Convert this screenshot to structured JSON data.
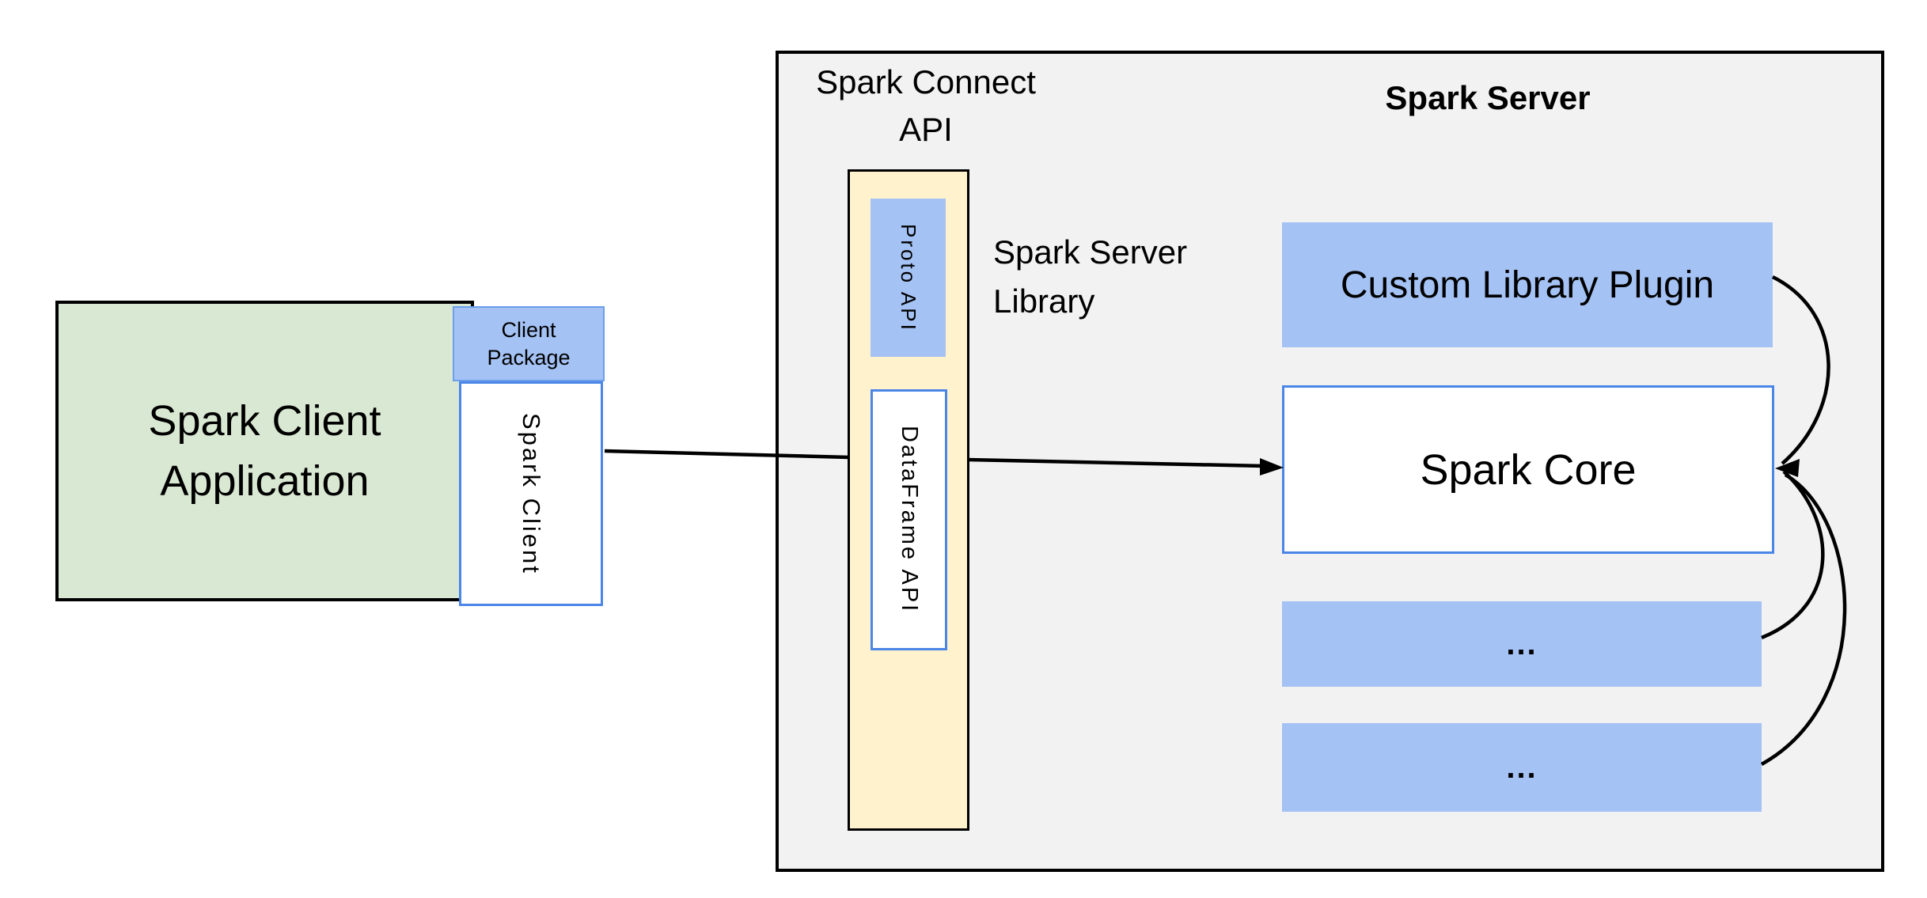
{
  "colors": {
    "green_fill": "#d9e8d2",
    "blue_fill": "#a4c2f4",
    "blue_border": "#4a86e8",
    "package_border": "#6d9eeb",
    "yellow_fill": "#fff2cc",
    "gray_fill": "#f2f2f2",
    "line": "#000000"
  },
  "client": {
    "app_line1": "Spark Client",
    "app_line2": "Application",
    "package_line1": "Client",
    "package_line2": "Package",
    "spark_client": "Spark Client"
  },
  "connect_api": {
    "title_line1": "Spark Connect",
    "title_line2": "API",
    "proto_api": "Proto API",
    "dataframe_api": "DataFrame API",
    "library_line1": "Spark Server",
    "library_line2": "Library"
  },
  "server": {
    "title": "Spark Server",
    "plugin": "Custom Library Plugin",
    "core": "Spark Core",
    "more1": "...",
    "more2": "..."
  }
}
